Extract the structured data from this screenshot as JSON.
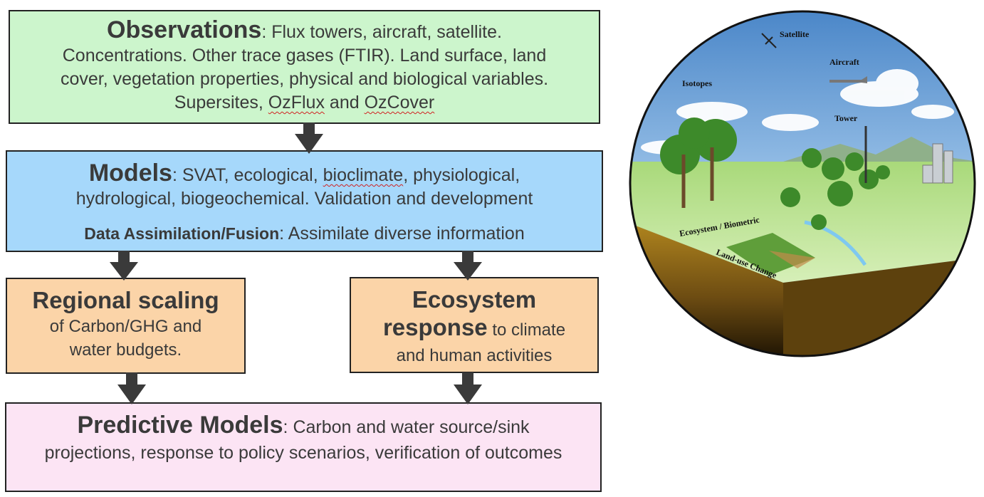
{
  "observations": {
    "title": "Observations",
    "line1": ": Flux towers, aircraft, satellite.",
    "line2": "Concentrations. Other trace gases (FTIR).  Land surface, land",
    "line3": "cover, vegetation properties, physical and biological variables.",
    "line4_pre": "Supersites, ",
    "line4_ozflux": "OzFlux",
    "line4_and": " and ",
    "line4_ozcover": "OzCover"
  },
  "models": {
    "title": "Models",
    "line1_pre": ":  SVAT, ecological, ",
    "line1_bioclimate": "bioclimate",
    "line1_post": ", physiological,",
    "line2": "hydrological, biogeochemical.  Validation and development",
    "da_title": "Data Assimilation/Fusion",
    "da_text": ":  Assimilate diverse information"
  },
  "regional": {
    "title": "Regional scaling",
    "line1": "of Carbon/GHG  and",
    "line2": "water budgets."
  },
  "ecosystem": {
    "title1": "Ecosystem",
    "title2": "response",
    "line1": " to climate",
    "line2": "and human activities"
  },
  "predictive": {
    "title": "Predictive Models",
    "line1": ": Carbon and water source/sink",
    "line2": "projections, response to policy scenarios, verification of outcomes"
  },
  "illustration": {
    "satellite": "Satellite",
    "aircraft": "Aircraft",
    "isotopes": "Isotopes",
    "tower": "Tower",
    "ecosystem": "Ecosystem / Biometric",
    "landuse": "Land-use Change"
  },
  "colors": {
    "observations_fill": "#ccf5cc",
    "models_fill": "#a6d8fb",
    "scaling_fill": "#fbd4a8",
    "predictive_fill": "#fce4f4",
    "arrow": "#3a3a3a"
  }
}
